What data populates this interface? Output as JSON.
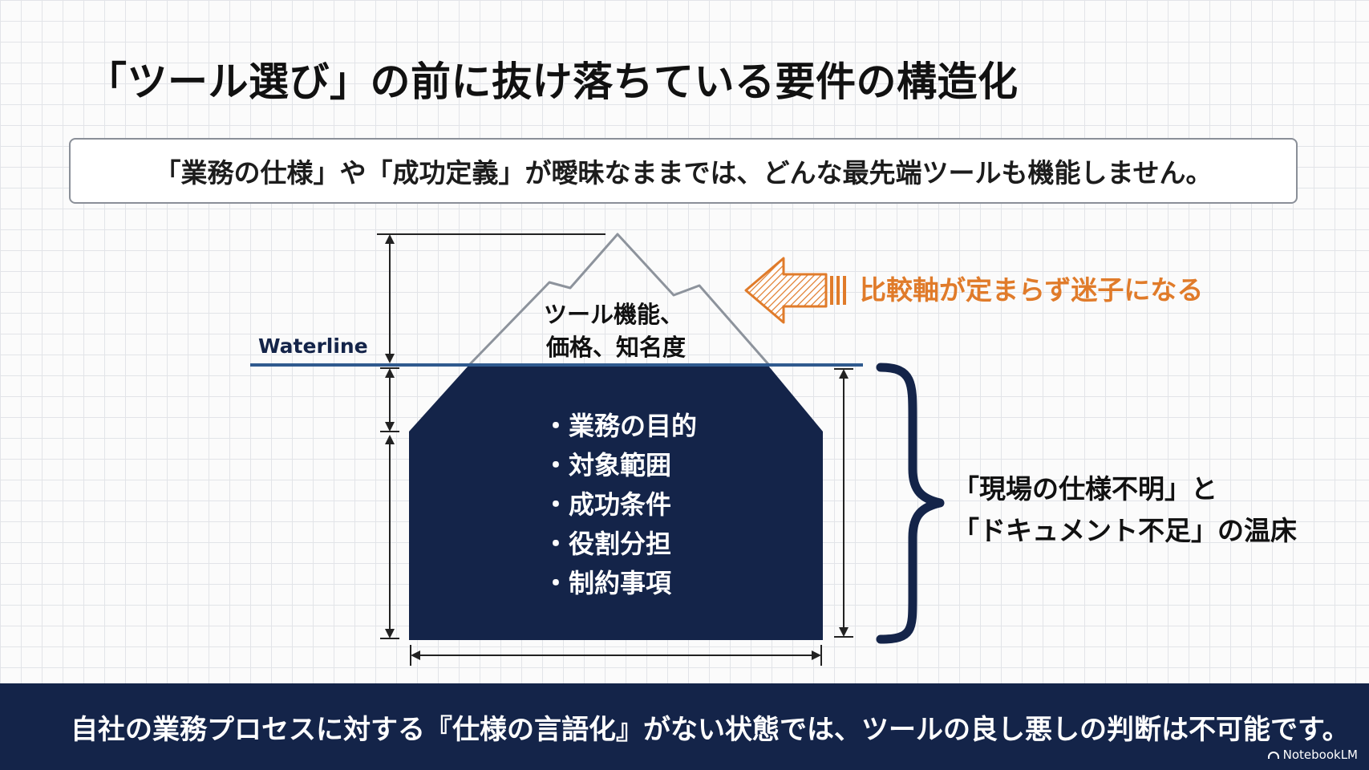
{
  "title": "「ツール選び」の前に抜け落ちている要件の構造化",
  "subtitle": "「業務の仕様」や「成功定義」が曖昧なままでは、どんな最先端ツールも機能しません。",
  "diagram": {
    "waterline_label": "Waterline",
    "tip_lines": [
      "ツール機能、",
      "価格、知名度"
    ],
    "hidden_items": [
      "・業務の目的",
      "・対象範囲",
      "・成功条件",
      "・役割分担",
      "・制約事項"
    ],
    "arrow_label": "比較軸が定まらず迷子になる",
    "brace_lines": [
      "「現場の仕様不明」と",
      "「ドキュメント不足」の温床"
    ]
  },
  "footer": {
    "text": "自社の業務プロセスに対する『仕様の言語化』がない状態では、ツールの良し悪しの判断は不可能です。",
    "badge": "NotebookLM"
  },
  "colors": {
    "navy": "#142449",
    "orange": "#e07b2a",
    "waterline": "#2f5a8f",
    "mountain_stroke": "#8d939c"
  }
}
